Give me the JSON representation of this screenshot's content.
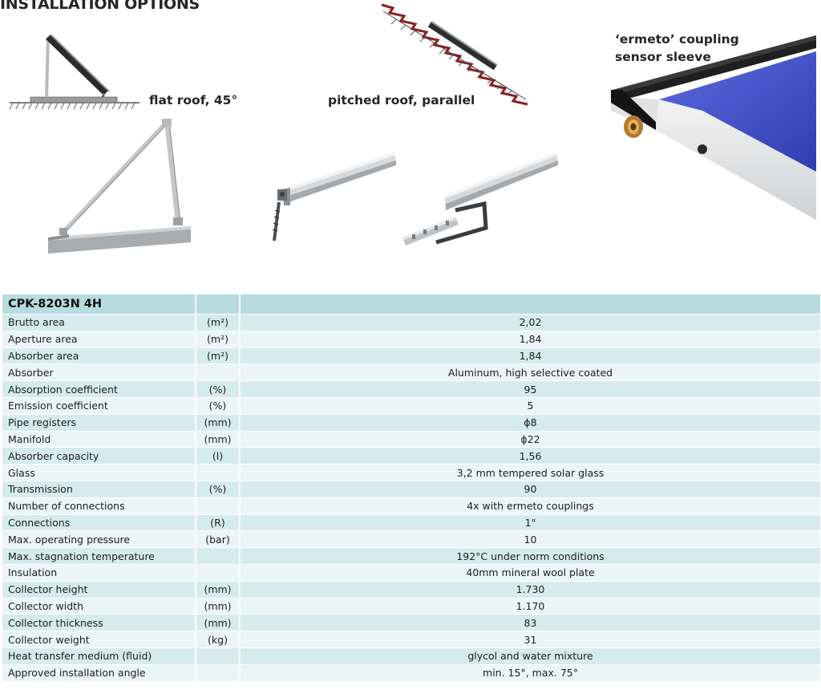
{
  "heading": "INSTALLATION OPTIONS",
  "captions": {
    "flat_roof": "flat roof, 45°",
    "pitched_roof": "pitched roof, parallel",
    "coupling_line1": "‘ermeto’ coupling",
    "coupling_line2": "sensor sleeve"
  },
  "icons": {
    "flat_roof_diagram": "flat-roof-mount-diagram",
    "flat_roof_frame": "triangular-mount-frame",
    "pitched_roof_diagram": "pitched-roof-mount-diagram",
    "rail_screw": "mounting-rail-with-screw",
    "rail_hook": "mounting-rail-with-roof-hook",
    "collector_corner": "collector-corner-with-coupling"
  },
  "colors": {
    "header_row": "#b6dbe0",
    "row_dark": "#d6ebee",
    "row_light": "#ebf5f7",
    "absorber_blue": "#3f4fc8",
    "roof_tile": "#8a2020"
  },
  "table": {
    "model": "CPK-8203N 4H",
    "rows": [
      {
        "label": "Brutto area",
        "unit": "(m²)",
        "value": "2,02"
      },
      {
        "label": "Aperture area",
        "unit": "(m²)",
        "value": "1,84"
      },
      {
        "label": "Absorber area",
        "unit": "(m²)",
        "value": "1,84"
      },
      {
        "label": "Absorber",
        "unit": "",
        "value": "Aluminum, high selective coated"
      },
      {
        "label": "Absorption coefficient",
        "unit": "(%)",
        "value": "95"
      },
      {
        "label": "Emission coefficient",
        "unit": "(%)",
        "value": "5"
      },
      {
        "label": "Pipe registers",
        "unit": "(mm)",
        "value": "ϕ8"
      },
      {
        "label": "Manifold",
        "unit": "(mm)",
        "value": "ϕ22"
      },
      {
        "label": "Absorber capacity",
        "unit": "(l)",
        "value": "1,56"
      },
      {
        "label": "Glass",
        "unit": "",
        "value": "3,2 mm tempered solar glass"
      },
      {
        "label": "Transmission",
        "unit": "(%)",
        "value": "90"
      },
      {
        "label": "Number of connections",
        "unit": "",
        "value": "4x with ermeto couplings"
      },
      {
        "label": "Connections",
        "unit": "(R)",
        "value": "1\""
      },
      {
        "label": "Max. operating pressure",
        "unit": "(bar)",
        "value": "10"
      },
      {
        "label": "Max. stagnation temperature",
        "unit": "",
        "value": "192°C under norm conditions"
      },
      {
        "label": "Insulation",
        "unit": "",
        "value": "40mm mineral wool plate"
      },
      {
        "label": "Collector height",
        "unit": "(mm)",
        "value": "1.730"
      },
      {
        "label": "Collector width",
        "unit": "(mm)",
        "value": "1.170"
      },
      {
        "label": "Collector thickness",
        "unit": "(mm)",
        "value": "83"
      },
      {
        "label": "Collector weight",
        "unit": "(kg)",
        "value": "31"
      },
      {
        "label": "Heat transfer medium (fluid)",
        "unit": "",
        "value": "glycol and water mixture"
      },
      {
        "label": "Approved installation angle",
        "unit": "",
        "value": "min. 15°, max. 75°"
      }
    ]
  }
}
